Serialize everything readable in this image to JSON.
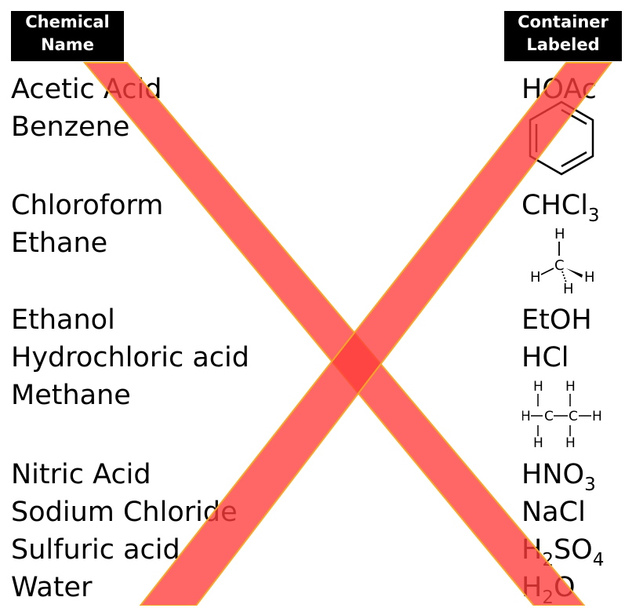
{
  "headers": {
    "chemical_name": [
      "Chemical",
      "Name"
    ],
    "container_labeled": [
      "Container",
      "Labeled"
    ]
  },
  "rows": [
    {
      "name": "Acetic Acid",
      "label_parts": [
        "HOAc"
      ]
    },
    {
      "name": "Benzene",
      "label_icon": "benzene-ring-icon"
    },
    {
      "name": "Chloroform",
      "label_parts": [
        "CHCl",
        "3"
      ]
    },
    {
      "name": "Ethane",
      "label_icon": "methane-wedge-structure-icon"
    },
    {
      "name": "Ethanol",
      "label_parts": [
        "EtOH"
      ]
    },
    {
      "name": "Hydrochloric acid",
      "label_parts": [
        "HCl"
      ]
    },
    {
      "name": "Methane",
      "label_icon": "ethane-structure-icon"
    },
    {
      "name": "Nitric Acid",
      "label_parts": [
        "HNO",
        "3"
      ]
    },
    {
      "name": "Sodium Chloride",
      "label_parts": [
        "NaCl"
      ]
    },
    {
      "name": "Sulfuric acid",
      "label_parts": [
        "H",
        "2",
        "SO",
        "4"
      ]
    },
    {
      "name": "Water",
      "label_parts": [
        "H",
        "2",
        "O"
      ]
    }
  ],
  "structure_atoms": {
    "h": "H",
    "c": "C"
  },
  "overlay": {
    "icon": "red-x-icon",
    "color": "#ff3b3b",
    "edge_color": "#f5a623"
  }
}
